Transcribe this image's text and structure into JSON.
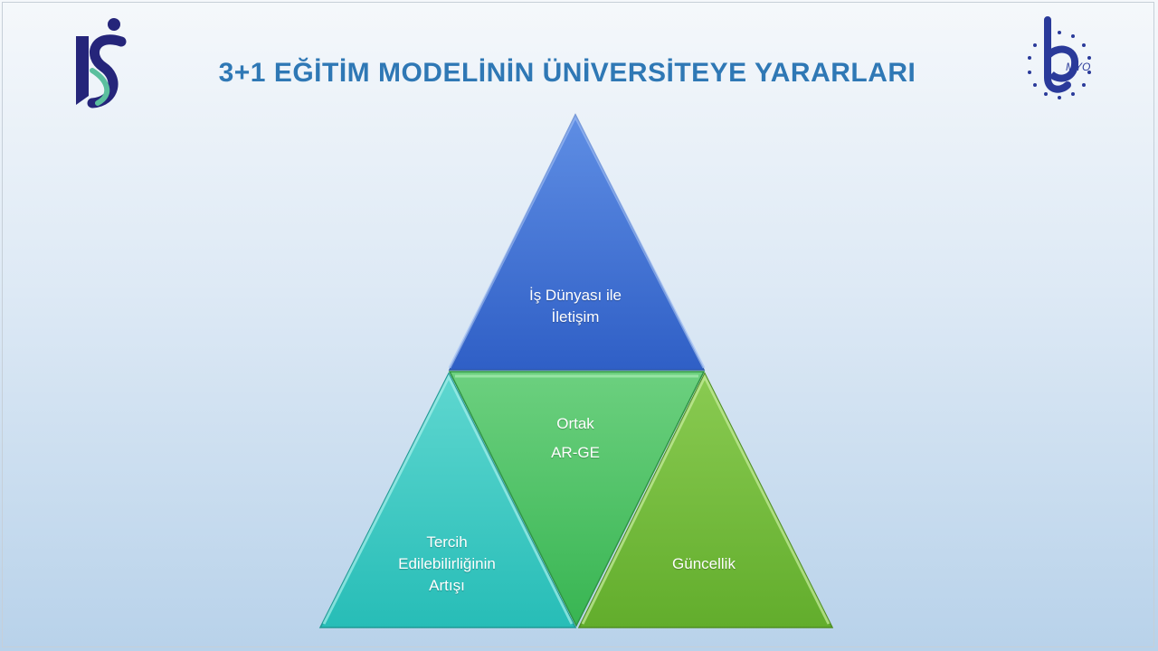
{
  "title": "3+1 EĞİTİM MODELİNİN ÜNİVERSİTEYE YARARLARI",
  "logo_right_text": "MYO",
  "pyramid": {
    "top_line1": "İş Dünyası ile",
    "top_line2": "İletişim",
    "center_line1": "Ortak",
    "center_line2": "AR-GE",
    "left_line1": "Tercih",
    "left_line2": "Edilebilirliğinin",
    "left_line3": "Artışı",
    "right_line1": "Güncellik"
  },
  "colors": {
    "title": "#2f78b5",
    "top": "#3f70d4",
    "center": "#4ec46a",
    "left": "#37c9c2",
    "right": "#72b83c"
  }
}
